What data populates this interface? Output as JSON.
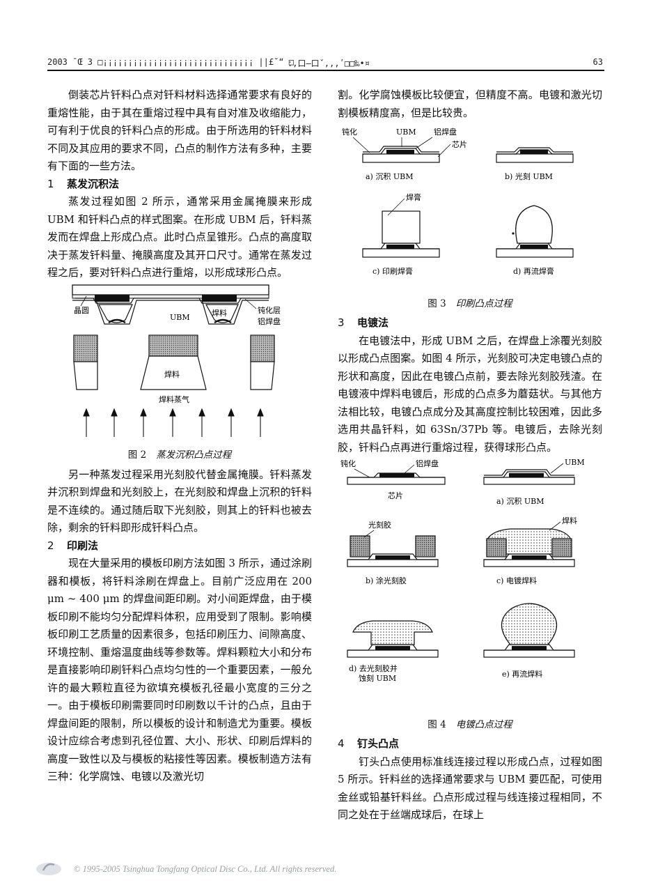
{
  "header": {
    "left": "2003 ˉŒ 3 □¡¡¡¡¡¡¡¡¡¡¡¡¡¡¡¡¡¡¡¡¡¡¡¡¡¡¡¡¡¡ ||£˘“ □",
    "center": "ː,口–口ˇ,,,ʹ□□‰•¤",
    "page": "63"
  },
  "left": {
    "p1": "倒装芯片钎料凸点对钎料材料选择通常要求有良好的重熔性能，由于其在重熔过程中具有自对准及收缩能力，可有利于优良的钎料凸点的形成。由于所选用的钎料材料不同及其应用的要求不同，凸点的制作方法有多种，主要有下面的一些方法。",
    "s1_num": "1",
    "s1_title": "蒸发沉积法",
    "p2": "蒸发过程如图 2 所示，通常采用金属掩膜来形成 UBM 和钎料凸点的样式图案。在形成 UBM 后，钎料蒸发而在焊盘上形成凸点。此时凸点呈锥形。凸点的高度取决于蒸发钎料量、掩膜高度及其开口尺寸。通常在蒸发过程之后，要对钎料凸点进行重熔，以形成球形凸点。",
    "fig2": {
      "wafer": "晶圆",
      "ubm": "UBM",
      "solder_top": "焊料",
      "passivation": "钝化层",
      "al_pad": "铝焊盘",
      "solder_mid": "焊料",
      "vapor": "焊料蒸气",
      "cap_num": "图 2",
      "cap_text": "蒸发沉积凸点过程"
    },
    "p3": "另一种蒸发过程采用光刻胶代替金属掩膜。钎料蒸发并沉积到焊盘和光刻胶上，在光刻胶和焊盘上沉积的钎料是不连续的。通过随后取下光刻胶，则其上的钎料也被去除，剩余的钎料即形成钎料凸点。",
    "s2_num": "2",
    "s2_title": "印刷法",
    "p4": "现在大量采用的模板印刷方法如图 3 所示，通过涂刷器和模板，将钎料涂刷在焊盘上。目前广泛应用在 200 μm ~ 400 μm 的焊盘间距印刷。对小间距焊盘，由于模板印刷不能均匀分配焊料体积，应用受到了限制。影响模板印刷工艺质量的因素很多，包括印刷压力、间隙高度、环境控制、重熔温度曲线等参数等。焊料颗粒大小和分布是直接影响印刷钎料凸点均匀性的一个重要因素，一般允许的最大颗粒直径为欲填充模板孔径最小宽度的三分之一。由于模板印刷需要同时印刷数以千计的凸点，且由于焊盘间距的限制，所以模板的设计和制造尤为重要。模板设计应综合考虑到孔径位置、大小、形状、印刷后焊料的高度一致性以及与模板的粘接性等因素。模板制造方法有三种：化学腐蚀、电镀以及激光切"
  },
  "right": {
    "p1": "割。化学腐蚀模板比较便宜，但精度不高。电镀和激光切割模板精度高，但是比较贵。",
    "fig3": {
      "passivation": "钝化",
      "ubm": "UBM",
      "al_pad": "铝焊盘",
      "chip": "芯片",
      "a": "a) 沉积 UBM",
      "b": "b) 光刻 UBM",
      "paste": "焊膏",
      "c": "c) 印刷焊膏",
      "d": "d) 再流焊膏",
      "cap_num": "图 3",
      "cap_text": "印刷凸点过程"
    },
    "s3_num": "3",
    "s3_title": "电镀法",
    "p2": "在电镀法中，形成 UBM 之后，在焊盘上涂覆光刻胶以形成凸点图案。如图 4 所示，光刻胶可决定电镀凸点的形状和高度，因此在电镀凸点前，要去除光刻胶残渣。在电镀液中焊料电镀后，形成的凸点多为蘑菇状。与其他方法相比较，电镀凸点成分及其高度控制比较困难，因此多选用共晶钎料，如 63Sn/37Pb 等。电镀后，去除光刻胶，钎料凸点再进行重熔过程，获得球形凸点。",
    "fig4": {
      "passivation": "钝化",
      "al_pad": "铝焊盘",
      "ubm": "UBM",
      "chip": "芯片",
      "a": "a) 沉积 UBM",
      "photoresist": "光刻胶",
      "solder": "焊料",
      "b": "b) 涂光刻胶",
      "c": "c) 电镀焊料",
      "d1": "d) 去光刻胶并",
      "d2": "蚀刻 UBM",
      "e": "e) 再流焊料",
      "cap_num": "图 4",
      "cap_text": "电镀凸点过程"
    },
    "s4_num": "4",
    "s4_title": "钉头凸点",
    "p3": "钉头凸点使用标准线连接过程以形成凸点，过程如图 5 所示。钎料丝的选择通常要求与 UBM 要匹配，可使用金丝或铅基钎料丝。凸点形成过程与线连接过程相同，不同之处在于丝端成球后，在球上"
  },
  "footer": {
    "copyright": "© 1995-2005 Tsinghua Tongfang Optical Disc Co., Ltd.   All rights reserved."
  }
}
